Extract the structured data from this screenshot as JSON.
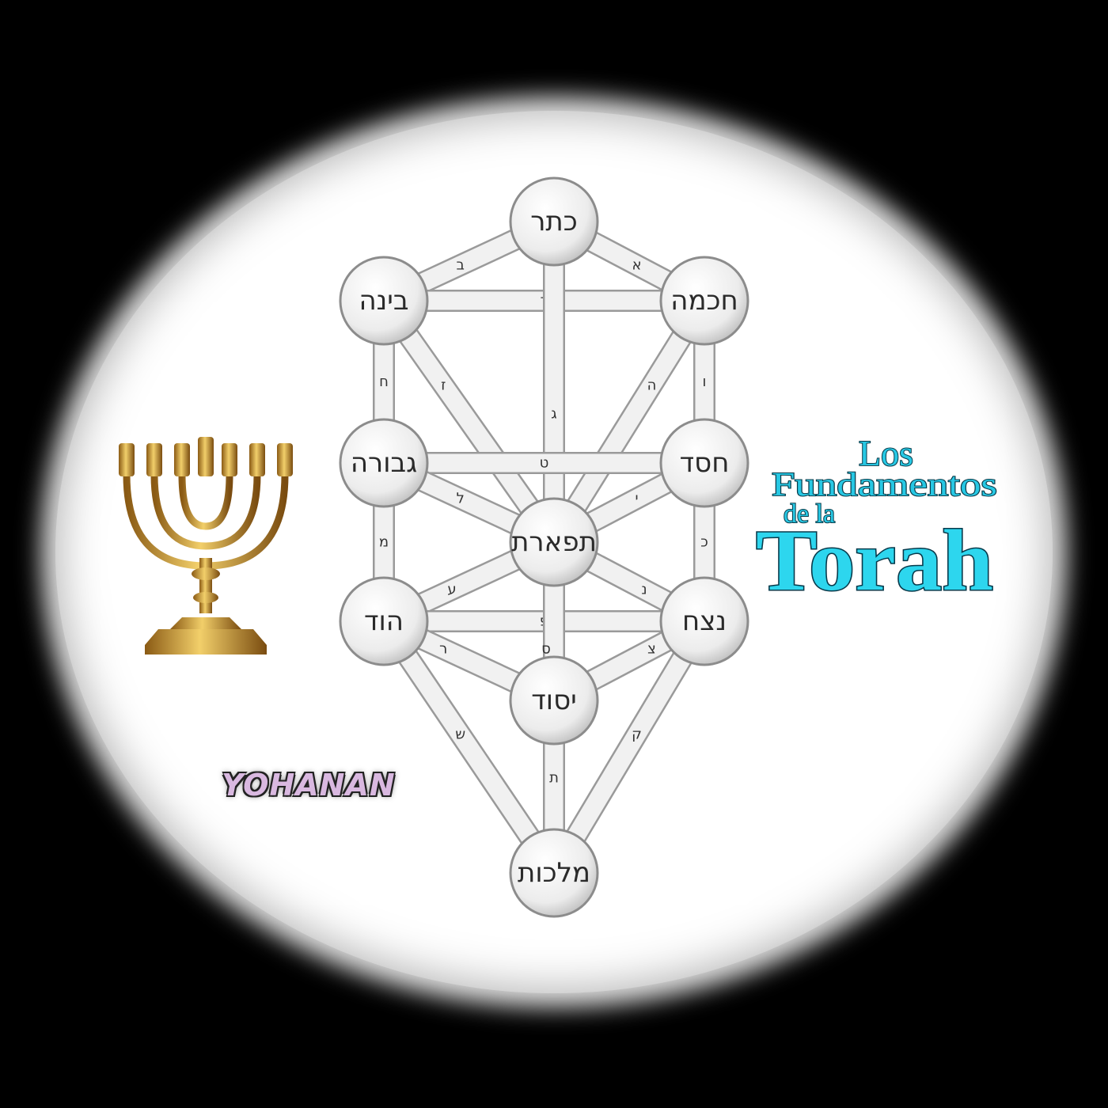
{
  "tree": {
    "sefirot": [
      {
        "id": "keter",
        "label": "כתר"
      },
      {
        "id": "chokhmah",
        "label": "חכמה"
      },
      {
        "id": "binah",
        "label": "בינה"
      },
      {
        "id": "chesed",
        "label": "חסד"
      },
      {
        "id": "gevurah",
        "label": "גבורה"
      },
      {
        "id": "tiferet",
        "label": "תפארת"
      },
      {
        "id": "netzach",
        "label": "נצח"
      },
      {
        "id": "hod",
        "label": "הוד"
      },
      {
        "id": "yesod",
        "label": "יסוד"
      },
      {
        "id": "malkhut",
        "label": "מלכות"
      }
    ],
    "paths": [
      {
        "id": "aleph",
        "letter": "א"
      },
      {
        "id": "bet",
        "letter": "ב"
      },
      {
        "id": "dalet",
        "letter": "ד"
      },
      {
        "id": "gimel",
        "letter": "ג"
      },
      {
        "id": "he",
        "letter": "ה"
      },
      {
        "id": "vav",
        "letter": "ו"
      },
      {
        "id": "zayin",
        "letter": "ז"
      },
      {
        "id": "chet",
        "letter": "ח"
      },
      {
        "id": "tet",
        "letter": "ט"
      },
      {
        "id": "yod",
        "letter": "י"
      },
      {
        "id": "lamed",
        "letter": "ל"
      },
      {
        "id": "kaf",
        "letter": "כ"
      },
      {
        "id": "mem",
        "letter": "מ"
      },
      {
        "id": "nun",
        "letter": "נ"
      },
      {
        "id": "ayin",
        "letter": "ע"
      },
      {
        "id": "pe",
        "letter": "פ"
      },
      {
        "id": "samekh",
        "letter": "ס"
      },
      {
        "id": "tsadi",
        "letter": "צ"
      },
      {
        "id": "resh",
        "letter": "ר"
      },
      {
        "id": "qof",
        "letter": "ק"
      },
      {
        "id": "shin",
        "letter": "ש"
      },
      {
        "id": "tav",
        "letter": "ת"
      }
    ]
  },
  "logo": {
    "line1": "Los",
    "line2": "Fundamentos",
    "line3": "de la",
    "line4": "Torah"
  },
  "signature": "YOHANAN",
  "colors": {
    "background": "#000000",
    "oval": "#ffffff",
    "logo": "#2dd6ee",
    "menorah": "#c9962e"
  }
}
